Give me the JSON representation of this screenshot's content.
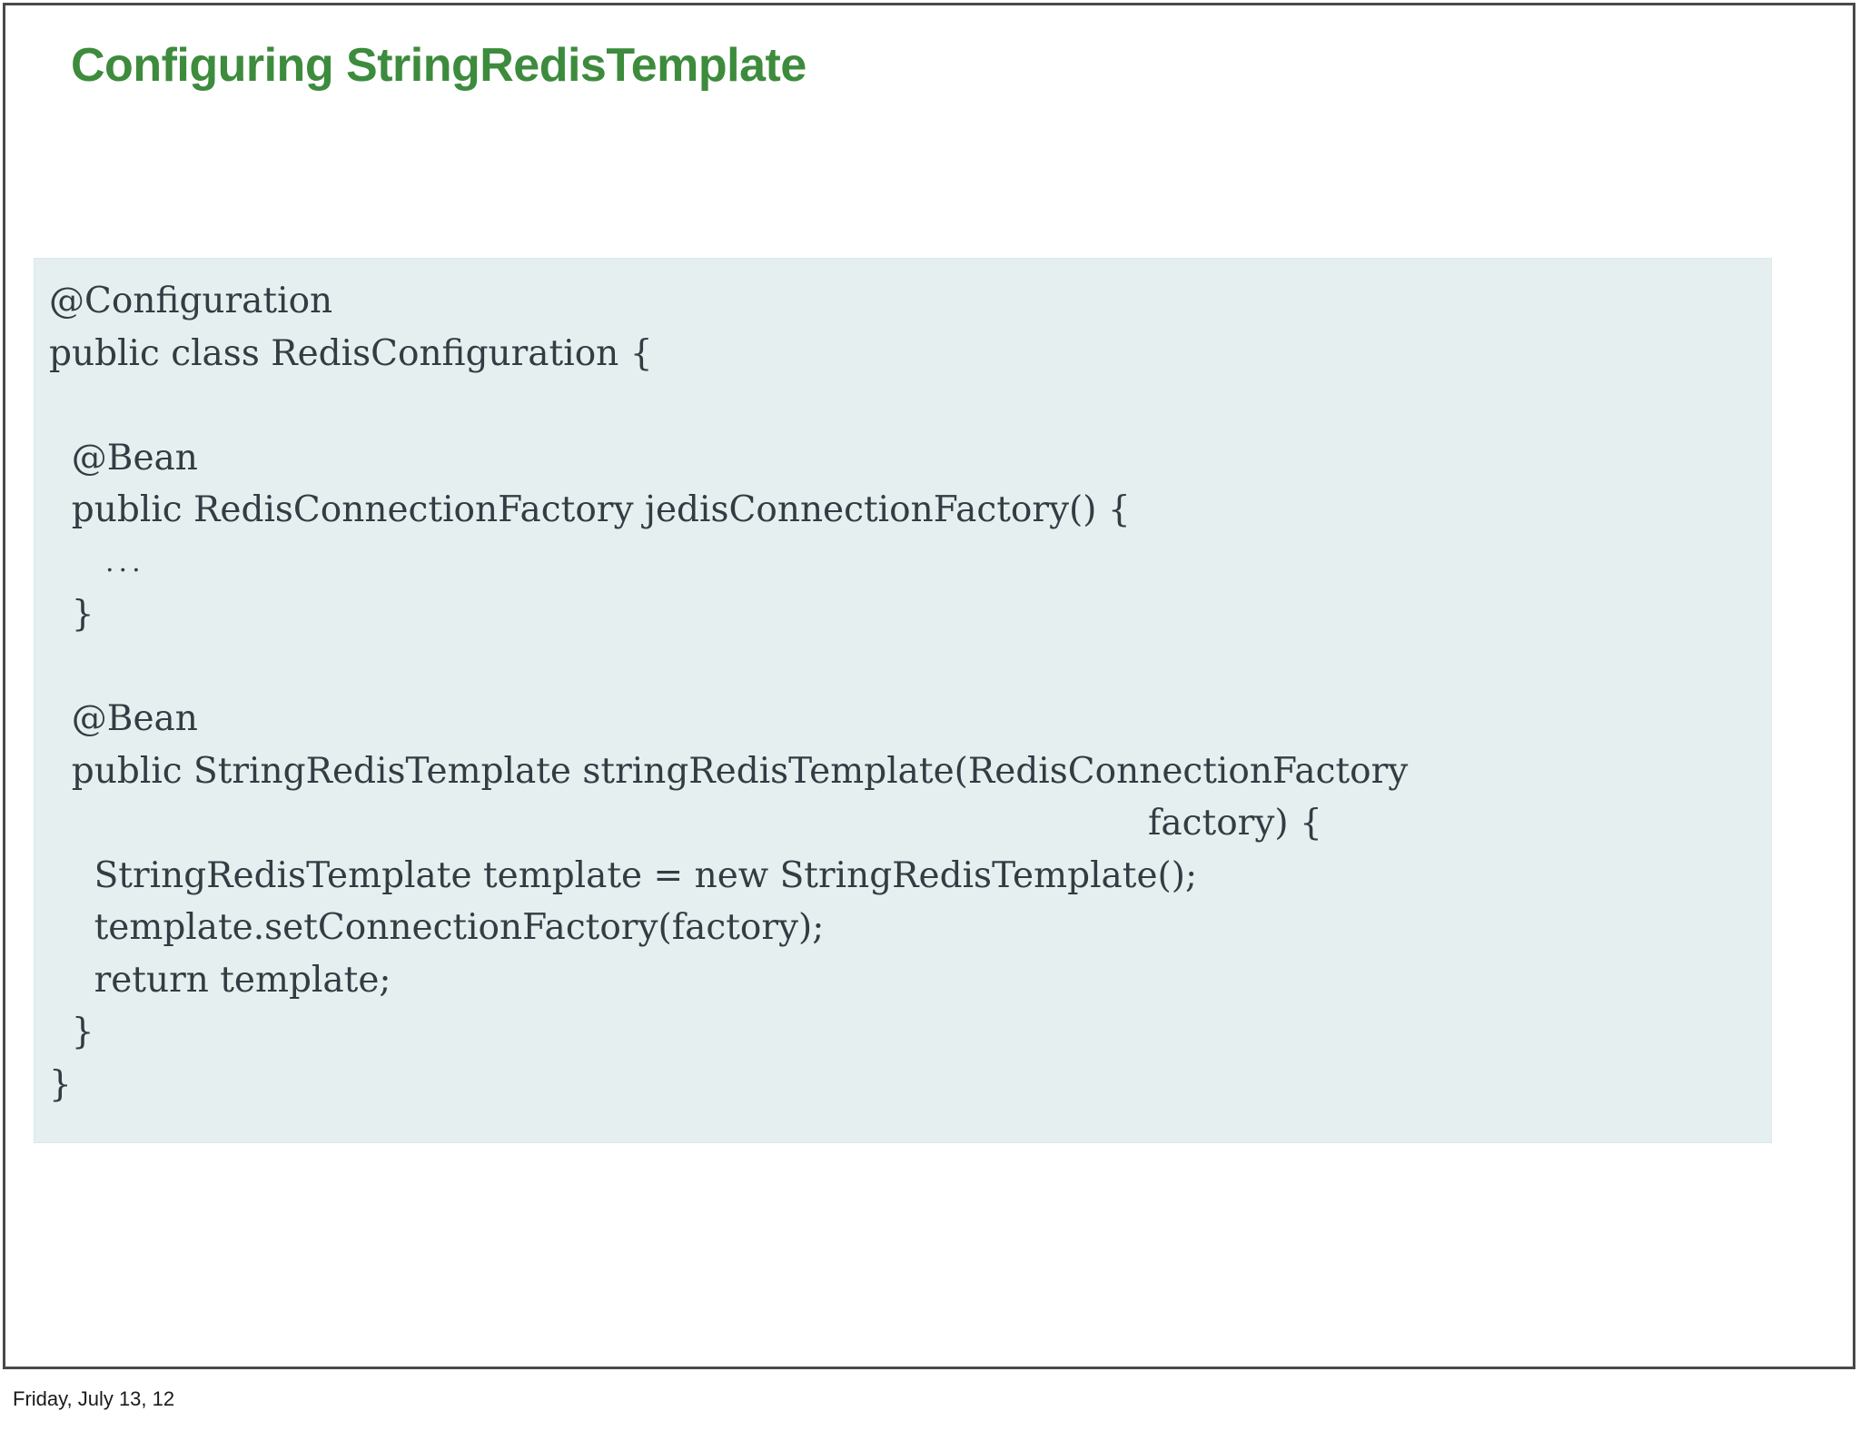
{
  "slide": {
    "title": "Configuring StringRedisTemplate",
    "title_color": "#3d8b3d",
    "background_color": "#ffffff",
    "border_color": "#4a4a4a"
  },
  "code_block": {
    "background_color": "#e5eff0",
    "text_color": "#333c42",
    "language": "java",
    "lines": [
      {
        "text": "@Configuration",
        "style": "normal"
      },
      {
        "text": "public class RedisConfiguration {",
        "style": "normal"
      },
      {
        "text": "",
        "style": "blank"
      },
      {
        "text": "  @Bean",
        "style": "normal"
      },
      {
        "text": "  public RedisConnectionFactory jedisConnectionFactory() {",
        "style": "normal"
      },
      {
        "text": "...",
        "style": "ellipsis"
      },
      {
        "text": "  }",
        "style": "normal"
      },
      {
        "text": "",
        "style": "blank"
      },
      {
        "text": "  @Bean",
        "style": "normal"
      },
      {
        "text": "  public StringRedisTemplate stringRedisTemplate(RedisConnectionFactory",
        "style": "normal"
      },
      {
        "text": "factory) {",
        "style": "wrap-right"
      },
      {
        "text": "    StringRedisTemplate template = new StringRedisTemplate();",
        "style": "normal"
      },
      {
        "text": "    template.setConnectionFactory(factory);",
        "style": "normal"
      },
      {
        "text": "    return template;",
        "style": "normal"
      },
      {
        "text": "  }",
        "style": "normal"
      },
      {
        "text": "}",
        "style": "normal"
      }
    ]
  },
  "footer": {
    "date": "Friday, July 13, 12"
  }
}
